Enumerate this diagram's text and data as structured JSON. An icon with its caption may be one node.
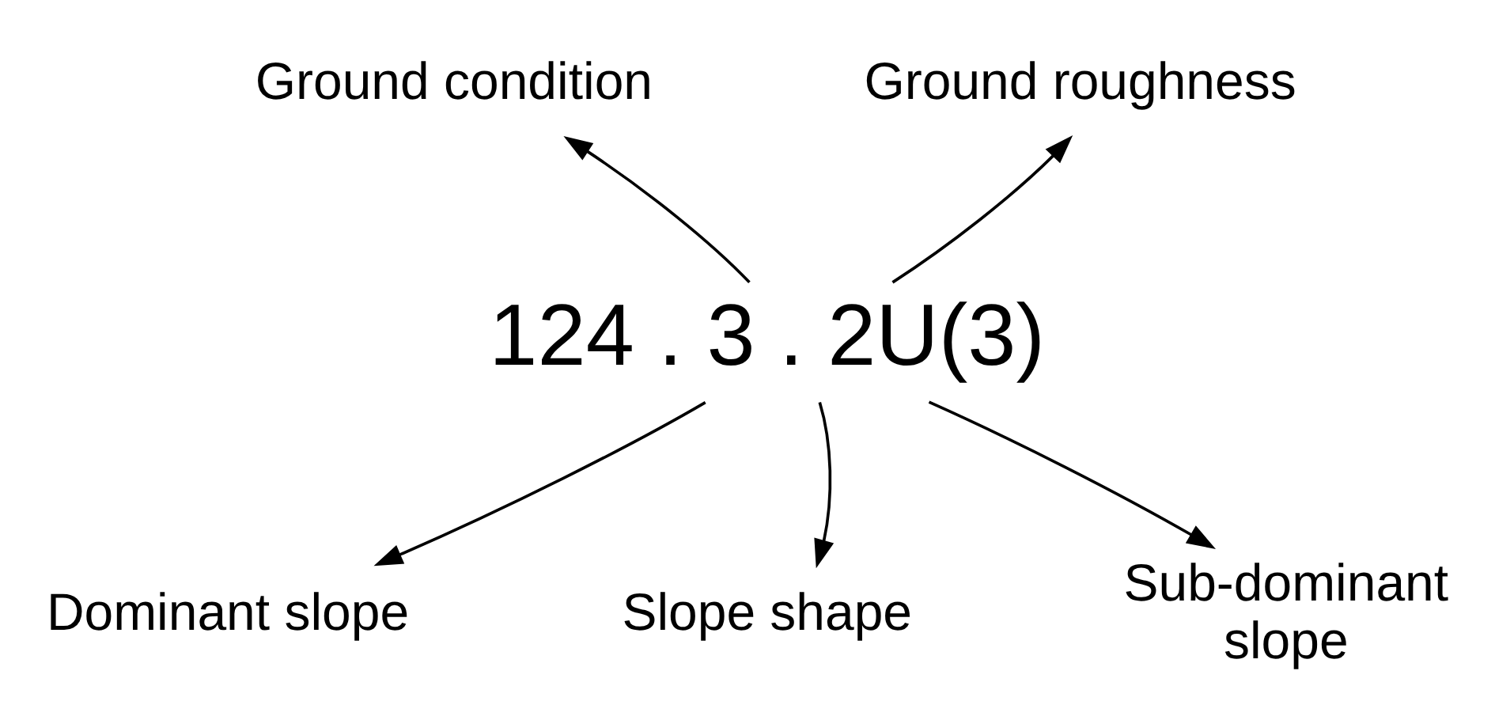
{
  "diagram": {
    "nodes": [
      {
        "text": [
          "Ground condition"
        ]
      },
      {
        "text": [
          "Ground roughness"
        ]
      },
      {
        "text": [
          "124 . 3 . 2U(3)"
        ]
      },
      {
        "text": [
          "Dominant slope"
        ]
      },
      {
        "text": [
          "Slope shape"
        ]
      },
      {
        "text": [
          "Sub-dominant slope"
        ]
      }
    ],
    "edges": [
      {
        "from": 2,
        "to": 0,
        "arrow": "to"
      },
      {
        "from": 2,
        "to": 1,
        "arrow": "to"
      },
      {
        "from": 2,
        "to": 3,
        "arrow": "to"
      },
      {
        "from": 2,
        "to": 4,
        "arrow": "to"
      },
      {
        "from": 2,
        "to": 5,
        "arrow": "to"
      }
    ]
  }
}
